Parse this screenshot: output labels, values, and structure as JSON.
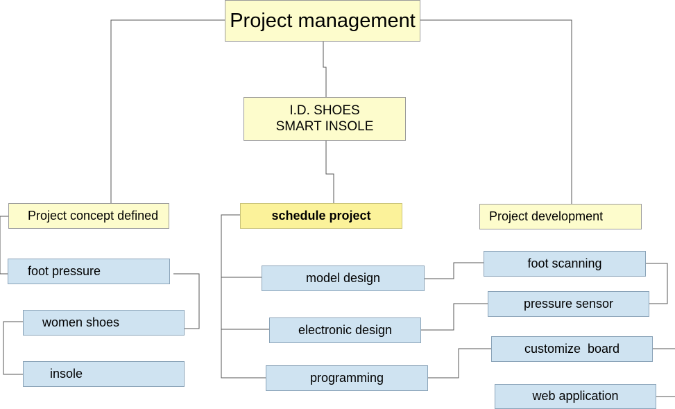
{
  "diagram": {
    "root": "Project management",
    "product": {
      "line1": "I.D. SHOES",
      "line2": "SMART INSOLE"
    },
    "branches": {
      "concept": {
        "label": "Project concept defined",
        "items": [
          "foot pressure",
          "women shoes",
          "insole"
        ]
      },
      "schedule": {
        "label": "schedule project",
        "items": [
          "model design",
          "electronic design",
          "programming"
        ]
      },
      "development": {
        "label": "Project development",
        "items": [
          "foot scanning",
          "pressure sensor",
          "customize  board",
          "web application"
        ]
      }
    },
    "colors": {
      "header_fill": "#fdfccc",
      "schedule_fill": "#fbf29a",
      "item_fill": "#cfe3f1",
      "border": "#9a9a9a",
      "line": "#444444"
    }
  }
}
